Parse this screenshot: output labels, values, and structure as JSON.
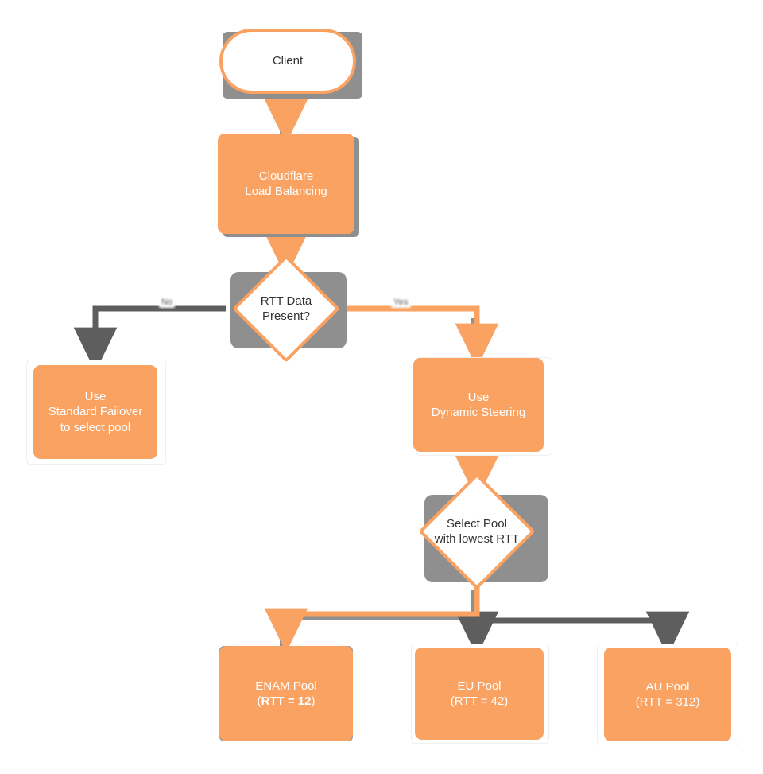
{
  "diagram": {
    "title": "Cloudflare Load Balancing dynamic steering decision flow",
    "type": "flowchart",
    "direction": "top-down",
    "colors": {
      "background": "#ffffff",
      "accent_orange": "#f9a262",
      "active_path": "#f9a262",
      "inactive_path": "#5e5e5e",
      "node_text_on_orange": "#ffffff",
      "node_text_on_white": "#333333",
      "shadow": "#8f8f8f"
    }
  },
  "nodes": {
    "client": {
      "id": "client",
      "label": "Client",
      "shape": "stadium",
      "style": "white"
    },
    "lb": {
      "id": "lb",
      "label": "Cloudflare\nLoad Balancing",
      "shape": "rect",
      "style": "orange"
    },
    "rtt_q": {
      "id": "rtt_q",
      "label": "RTT Data\nPresent?",
      "shape": "diamond",
      "style": "white"
    },
    "failover": {
      "id": "failover",
      "label": "Use\nStandard Failover\nto select pool",
      "shape": "rect",
      "style": "orange"
    },
    "dynamic": {
      "id": "dynamic",
      "label": "Use\nDynamic Steering",
      "shape": "rect",
      "style": "orange"
    },
    "select_q": {
      "id": "select_q",
      "label": "Select Pool\nwith lowest RTT",
      "shape": "diamond",
      "style": "white"
    },
    "enam": {
      "id": "enam",
      "label_line1": "ENAM Pool",
      "rtt_prefix": "(",
      "rtt_text": "RTT = 12",
      "rtt_suffix": ")",
      "bold_rtt": true,
      "shape": "rect",
      "style": "orange"
    },
    "eu": {
      "id": "eu",
      "label_line1": "EU Pool",
      "rtt_prefix": "(",
      "rtt_text": "RTT = 42",
      "rtt_suffix": ")",
      "bold_rtt": false,
      "shape": "rect",
      "style": "orange"
    },
    "au": {
      "id": "au",
      "label_line1": "AU Pool",
      "rtt_prefix": "(",
      "rtt_text": "RTT = 312",
      "rtt_suffix": ")",
      "bold_rtt": false,
      "shape": "rect",
      "style": "orange"
    }
  },
  "edges": [
    {
      "from": "client",
      "to": "lb",
      "label": "",
      "state": "active"
    },
    {
      "from": "lb",
      "to": "rtt_q",
      "label": "",
      "state": "active"
    },
    {
      "from": "rtt_q",
      "to": "failover",
      "label": "No",
      "state": "inactive"
    },
    {
      "from": "rtt_q",
      "to": "dynamic",
      "label": "Yes",
      "state": "active"
    },
    {
      "from": "dynamic",
      "to": "select_q",
      "label": "",
      "state": "active"
    },
    {
      "from": "select_q",
      "to": "enam",
      "label": "",
      "state": "active"
    },
    {
      "from": "select_q",
      "to": "eu",
      "label": "",
      "state": "inactive"
    },
    {
      "from": "select_q",
      "to": "au",
      "label": "",
      "state": "inactive"
    }
  ],
  "edge_labels": {
    "no": "No",
    "yes": "Yes"
  }
}
